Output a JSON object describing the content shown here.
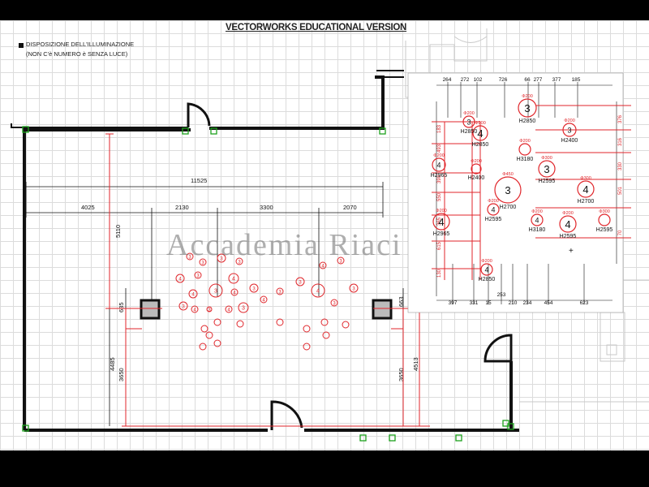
{
  "header": {
    "title": "VECTORWORKS EDUCATIONAL VERSION"
  },
  "legend": {
    "line1": "DISPOSIZIONE   DELL'ILLUMINAZIONE",
    "line2": "(NON C'è NUMERO  è SENZA LUCE)"
  },
  "watermark": "Accademia Riaci",
  "dims": {
    "total": "11525",
    "seg1": "4025",
    "seg2": "2130",
    "seg3": "3300",
    "seg4": "2070",
    "left_v1": "5110",
    "left_v2": "635",
    "left_v3": "4485",
    "left_v4": "3650",
    "right_v1": "663",
    "right_v2": "4513",
    "right_v3": "3650"
  },
  "detail": {
    "top_dims": [
      "264",
      "272",
      "102",
      "726",
      "66",
      "277",
      "377",
      "185"
    ],
    "bottom_dims": [
      "397",
      "331",
      "15",
      "253",
      "210",
      "234",
      "454",
      "623"
    ],
    "left_dims": [
      "183",
      "493",
      "390",
      "550",
      "365",
      "615",
      "130"
    ],
    "right_dims": [
      "376",
      "316",
      "330",
      "501",
      "70"
    ],
    "fixtures": [
      {
        "num": "3",
        "dia": "Φ200",
        "h": "H2850"
      },
      {
        "num": "4",
        "dia": "Φ200",
        "h": "H2850"
      },
      {
        "num": "3",
        "dia": "Φ200",
        "h": "H2400"
      },
      {
        "num": "4",
        "dia": "Φ200",
        "h": "H2965"
      },
      {
        "num": "3",
        "dia": "Φ300",
        "h": "H2595"
      },
      {
        "num": "3",
        "dia": "Φ450",
        "h": "H2700"
      },
      {
        "num": "4",
        "dia": "Φ300",
        "h": "H2700"
      },
      {
        "num": "4",
        "dia": "Φ200",
        "h": "H2965"
      },
      {
        "num": "4",
        "dia": "Φ200",
        "h": "H2595"
      },
      {
        "num": "4",
        "dia": "Φ200",
        "h": "H3180"
      },
      {
        "num": "4",
        "dia": "Φ200",
        "h": "H2595"
      },
      {
        "num": "4",
        "dia": "Φ200",
        "h": "H2850"
      },
      {
        "num": "3",
        "dia": "Φ200",
        "h": "H2850"
      },
      {
        "num": "",
        "dia": "Φ300",
        "h": "H2595"
      },
      {
        "num": "",
        "dia": "Φ200",
        "h": "H3180"
      },
      {
        "num": "",
        "dia": "Φ200",
        "h": "H2400"
      }
    ]
  },
  "plan_lights": [
    "3",
    "3",
    "3",
    "3",
    "4",
    "3",
    "4",
    "3",
    "4",
    "3",
    "4",
    "4",
    "3",
    "3",
    "4",
    "3",
    "4",
    "3",
    "3",
    "4",
    "3",
    "4",
    "3",
    "3"
  ],
  "colors": {
    "red": "#e0262b",
    "green": "#1ca21c",
    "wall": "#111111",
    "grid": "#dcdcdc"
  }
}
